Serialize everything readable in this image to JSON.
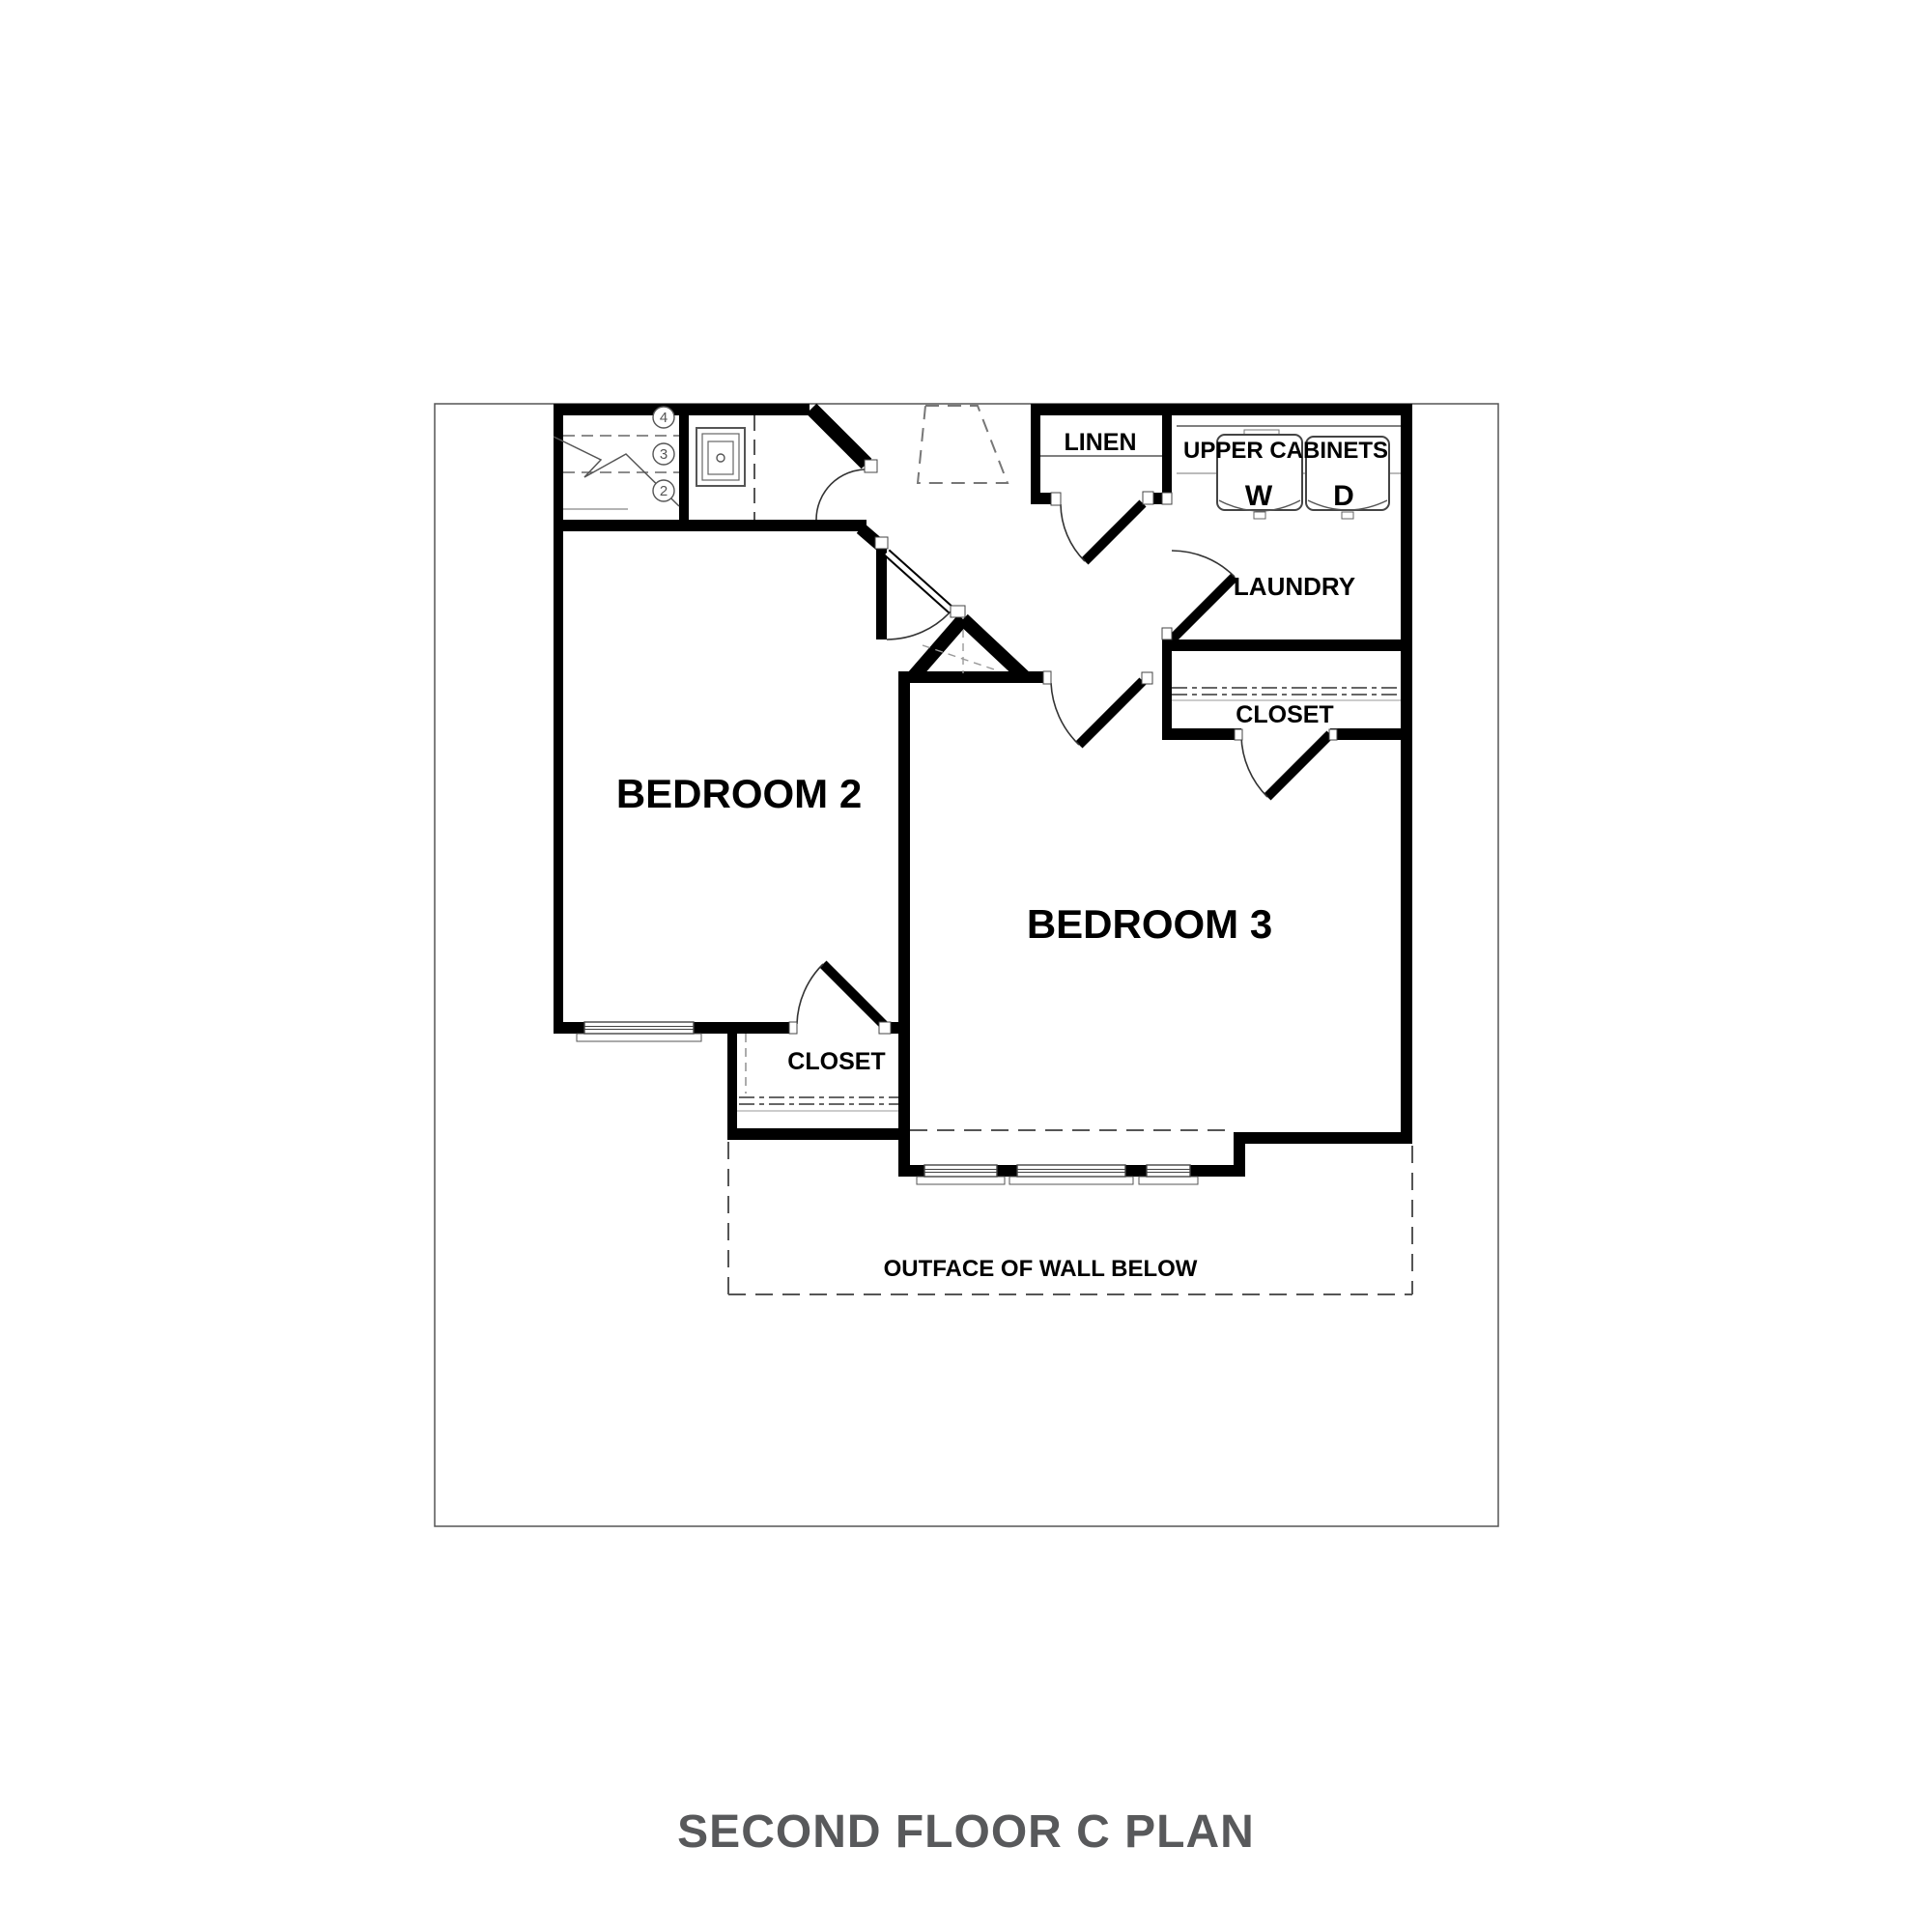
{
  "title": "SECOND FLOOR C PLAN",
  "rooms": {
    "bedroom2": "BEDROOM 2",
    "bedroom3": "BEDROOM 3",
    "laundry": "LAUNDRY",
    "linen": "LINEN",
    "closet_bedroom2": "CLOSET",
    "closet_bedroom3": "CLOSET"
  },
  "labels": {
    "upper_cabinets": "UPPER CABINETS",
    "washer": "W",
    "dryer": "D",
    "outface": "OUTFACE OF WALL BELOW"
  },
  "stairs": {
    "step_numbers": [
      "4",
      "3",
      "2"
    ]
  },
  "colors": {
    "wall": "#000000",
    "thin_line": "#4a4a4a",
    "title_text": "#58595b",
    "background": "#ffffff"
  }
}
